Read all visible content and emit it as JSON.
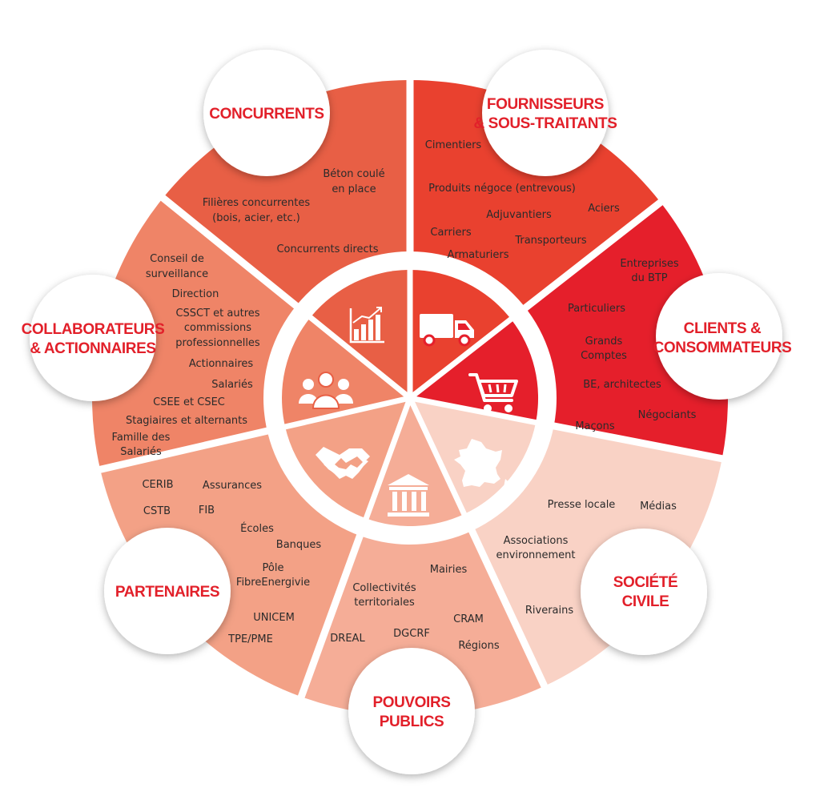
{
  "colors": {
    "concurrents": "#e9412f",
    "fournisseurs": "#e51f2b",
    "clients": "#f9d2c5",
    "societe": "#f5ad97",
    "pouvoirs": "#f3a186",
    "partenaires": "#ef8467",
    "collaborateurs": "#e85f45",
    "title_red": "#e2202a",
    "text": "#2b2b2b"
  },
  "sectors": {
    "concurrents": {
      "title": [
        "CONCURRENTS"
      ],
      "icon": "bar-chart-growth-icon",
      "items": [
        "Béton coulé",
        "en place",
        "Filières concurrentes",
        "(bois, acier, etc.)",
        "Concurrents directs"
      ]
    },
    "fournisseurs": {
      "title": [
        "FOURNISSEURS",
        "& SOUS-TRAITANTS"
      ],
      "icon": "delivery-truck-icon",
      "items": [
        "Cimentiers",
        "Produits négoce (entrevous)",
        "Aciers",
        "Adjuvantiers",
        "Carriers",
        "Transporteurs",
        "Armaturiers"
      ]
    },
    "clients": {
      "title": [
        "CLIENTS &",
        "CONSOMMATEURS"
      ],
      "icon": "shopping-cart-icon",
      "items": [
        "Entreprises",
        "du BTP",
        "Particuliers",
        "Grands",
        "Comptes",
        "BE, architectes",
        "Négociants",
        "Maçons"
      ]
    },
    "societe": {
      "title": [
        "SOCIÉTÉ",
        "CIVILE"
      ],
      "icon": "france-map-icon",
      "items": [
        "Presse locale",
        "Médias",
        "Associations",
        "environnement",
        "Riverains"
      ]
    },
    "pouvoirs": {
      "title": [
        "POUVOIRS",
        "PUBLICS"
      ],
      "icon": "institution-building-icon",
      "items": [
        "Mairies",
        "Collectivités",
        "territoriales",
        "CRAM",
        "DREAL",
        "DGCRF",
        "Régions"
      ]
    },
    "partenaires": {
      "title": [
        "PARTENAIRES"
      ],
      "icon": "handshake-icon",
      "items": [
        "CERIB",
        "Assurances",
        "CSTB",
        "FIB",
        "Écoles",
        "Banques",
        "Pôle",
        "FibreEnergivie",
        "UNICEM",
        "TPE/PME"
      ]
    },
    "collaborateurs": {
      "title": [
        "COLLABORATEURS",
        "& ACTIONNAIRES"
      ],
      "icon": "group-people-icon",
      "items": [
        "Conseil de",
        "surveillance",
        "Direction",
        "CSSCT et autres",
        "commissions",
        "professionnelles",
        "Actionnaires",
        "Salariés",
        "CSEE et CSEC",
        "Stagiaires et alternants",
        "Famille des",
        "Salariés"
      ]
    }
  }
}
